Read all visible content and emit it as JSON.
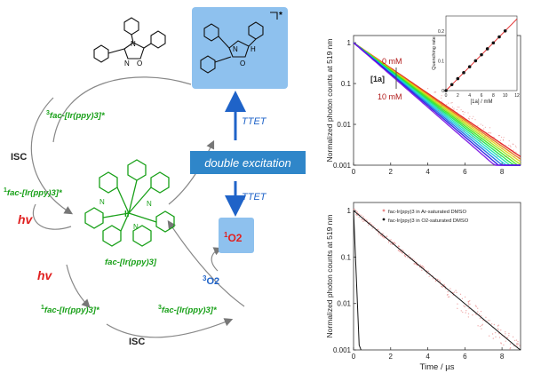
{
  "colors": {
    "green": "#18a018",
    "red": "#e02020",
    "blue": "#1f63c8",
    "box_blue": "#8ec1ee",
    "bar_blue": "#2f86c9",
    "o2_box": "#8ec1ee"
  },
  "scheme": {
    "triplet_top": "fac-[Ir(ppy)3]*",
    "isc_left": "ISC",
    "singlet_left": "fac-[Ir(ppy)3]*",
    "hv_left": "hv",
    "complex_label": "fac-[Ir(ppy)3]",
    "hv_bottom": "hv",
    "singlet_bottom": "fac-[Ir(ppy)3]*",
    "triplet_bottom": "fac-[Ir(ppy)3]*",
    "isc_bottom": "ISC",
    "ttet_top": "TTET",
    "ttet_bottom": "TTET",
    "double_excitation": "double excitation",
    "singlet_o2": "O2",
    "triplet_o2": "O2",
    "excited_mark": "*",
    "ir_label": "Ir",
    "n_label": "N",
    "o_label": "O",
    "h_label": "H"
  },
  "chart_data": [
    {
      "type": "line",
      "title": "",
      "xlabel": "",
      "ylabel": "Normalized photon counts at 519 nm",
      "yscale": "log",
      "xlim": [
        0,
        9
      ],
      "ylim": [
        0.001,
        1.5
      ],
      "xticks": [
        "0",
        "2",
        "4",
        "6",
        "8"
      ],
      "yticks": [
        "1",
        "0.1",
        "0.01",
        "0.001"
      ],
      "annotations": [
        "0 mM",
        "10 mM"
      ],
      "legend_text": "[1a]",
      "series": [
        {
          "tau": 1.4
        },
        {
          "tau": 1.37
        },
        {
          "tau": 1.34
        },
        {
          "tau": 1.31
        },
        {
          "tau": 1.28
        },
        {
          "tau": 1.25
        },
        {
          "tau": 1.22
        },
        {
          "tau": 1.19
        },
        {
          "tau": 1.16
        },
        {
          "tau": 1.13
        },
        {
          "tau": 1.1
        }
      ],
      "inset": {
        "type": "scatter",
        "xlabel": "[1a] / mM",
        "ylabel": "Quenching rate",
        "xlim": [
          0,
          12
        ],
        "ylim": [
          0,
          0.25
        ],
        "xticks": [
          "0",
          "2",
          "4",
          "6",
          "8",
          "10",
          "12"
        ],
        "yticks": [
          "0",
          "0.1",
          "0.2"
        ],
        "x": [
          0,
          1,
          2,
          3,
          4,
          5,
          6,
          7,
          8,
          9,
          10
        ],
        "y": [
          0.0,
          0.02,
          0.04,
          0.06,
          0.08,
          0.1,
          0.12,
          0.14,
          0.16,
          0.18,
          0.2
        ]
      }
    },
    {
      "type": "line",
      "title": "",
      "xlabel": "Time / µs",
      "ylabel": "Normalized photon counts at 519 nm",
      "yscale": "log",
      "xlim": [
        0,
        9
      ],
      "ylim": [
        0.001,
        1.5
      ],
      "xticks": [
        "0",
        "2",
        "4",
        "6",
        "8"
      ],
      "yticks": [
        "1",
        "0.1",
        "0.01",
        "0.001"
      ],
      "series": [
        {
          "name": "fac-Ir(ppy)3 in Ar-saturated DMSO",
          "tau": 1.3,
          "color": "#e98b8b"
        },
        {
          "name": "fac-Ir(ppy)3 in O2-saturated DMSO",
          "tau": 0.045,
          "color": "#111111"
        }
      ]
    }
  ]
}
